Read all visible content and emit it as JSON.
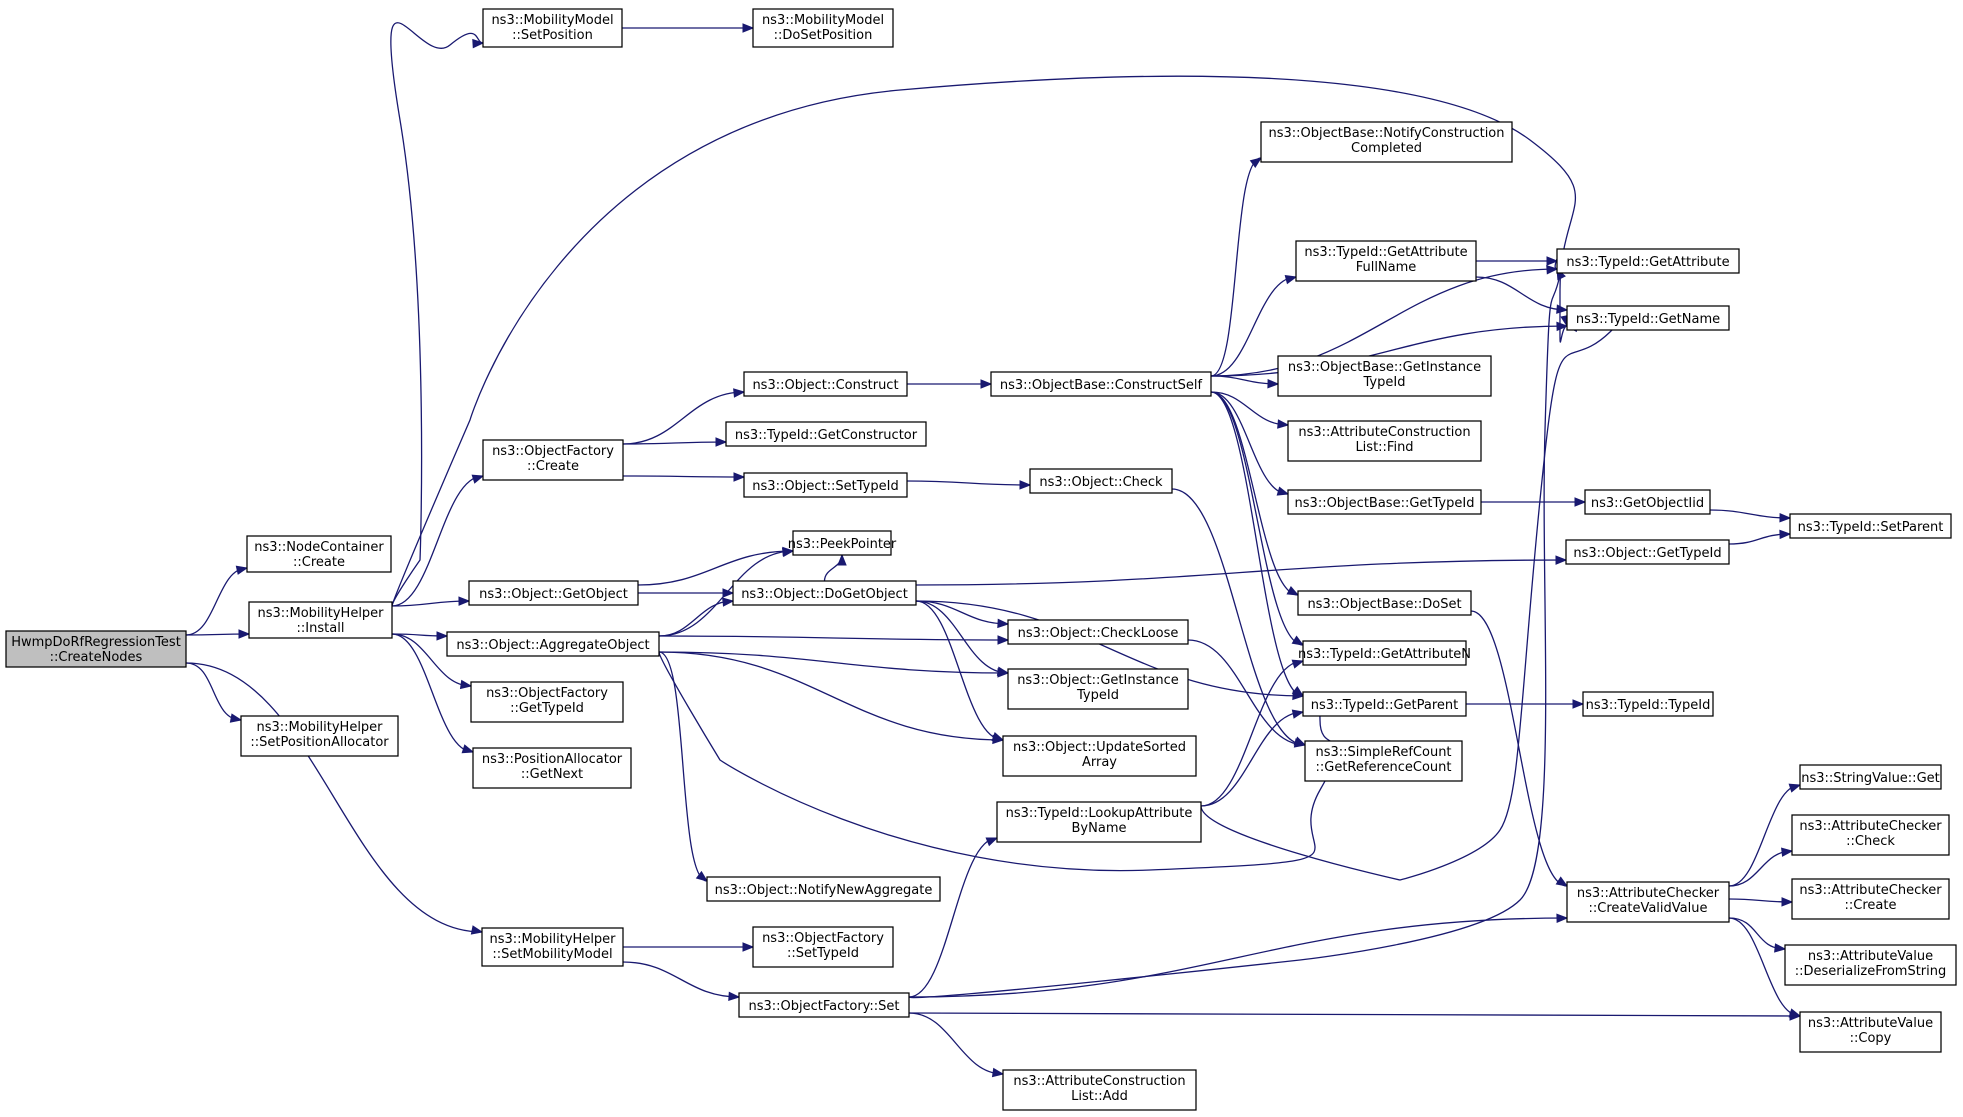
{
  "nodes": [
    {
      "id": "n0",
      "lines": [
        "HwmpDoRfRegressionTest",
        "::CreateNodes"
      ],
      "root": true
    },
    {
      "id": "n1",
      "lines": [
        "ns3::NodeContainer",
        "::Create"
      ]
    },
    {
      "id": "n2",
      "lines": [
        "ns3::MobilityHelper",
        "::Install"
      ]
    },
    {
      "id": "n3",
      "lines": [
        "ns3::MobilityHelper",
        "::SetPositionAllocator"
      ]
    },
    {
      "id": "n4",
      "lines": [
        "ns3::MobilityHelper",
        "::SetMobilityModel"
      ]
    },
    {
      "id": "n5",
      "lines": [
        "ns3::MobilityModel",
        "::SetPosition"
      ]
    },
    {
      "id": "n6",
      "lines": [
        "ns3::MobilityModel",
        "::DoSetPosition"
      ]
    },
    {
      "id": "n7",
      "lines": [
        "ns3::ObjectFactory",
        "::Create"
      ]
    },
    {
      "id": "n8",
      "lines": [
        "ns3::Object::GetObject"
      ]
    },
    {
      "id": "n9",
      "lines": [
        "ns3::Object::AggregateObject"
      ]
    },
    {
      "id": "n10",
      "lines": [
        "ns3::ObjectFactory",
        "::GetTypeId"
      ]
    },
    {
      "id": "n11",
      "lines": [
        "ns3::PositionAllocator",
        "::GetNext"
      ]
    },
    {
      "id": "n12",
      "lines": [
        "ns3::Object::Construct"
      ]
    },
    {
      "id": "n13",
      "lines": [
        "ns3::TypeId::GetConstructor"
      ]
    },
    {
      "id": "n14",
      "lines": [
        "ns3::Object::SetTypeId"
      ]
    },
    {
      "id": "n15",
      "lines": [
        "ns3::PeekPointer"
      ]
    },
    {
      "id": "n16",
      "lines": [
        "ns3::Object::DoGetObject"
      ]
    },
    {
      "id": "n17",
      "lines": [
        "ns3::Object::NotifyNewAggregate"
      ]
    },
    {
      "id": "n18",
      "lines": [
        "ns3::ObjectFactory",
        "::SetTypeId"
      ]
    },
    {
      "id": "n19",
      "lines": [
        "ns3::ObjectFactory::Set"
      ]
    },
    {
      "id": "n20",
      "lines": [
        "ns3::ObjectBase::ConstructSelf"
      ]
    },
    {
      "id": "n21",
      "lines": [
        "ns3::Object::Check"
      ]
    },
    {
      "id": "n22",
      "lines": [
        "ns3::Object::CheckLoose"
      ]
    },
    {
      "id": "n23",
      "lines": [
        "ns3::Object::GetInstance",
        "TypeId"
      ]
    },
    {
      "id": "n24",
      "lines": [
        "ns3::Object::UpdateSorted",
        "Array"
      ]
    },
    {
      "id": "n25",
      "lines": [
        "ns3::TypeId::LookupAttribute",
        "ByName"
      ]
    },
    {
      "id": "n26",
      "lines": [
        "ns3::AttributeConstruction",
        "List::Add"
      ]
    },
    {
      "id": "n27",
      "lines": [
        "ns3::ObjectBase::NotifyConstruction",
        "Completed"
      ]
    },
    {
      "id": "n28",
      "lines": [
        "ns3::TypeId::GetAttribute",
        "FullName"
      ]
    },
    {
      "id": "n29",
      "lines": [
        "ns3::ObjectBase::GetInstance",
        "TypeId"
      ]
    },
    {
      "id": "n30",
      "lines": [
        "ns3::AttributeConstruction",
        "List::Find"
      ]
    },
    {
      "id": "n31",
      "lines": [
        "ns3::ObjectBase::GetTypeId"
      ]
    },
    {
      "id": "n32",
      "lines": [
        "ns3::ObjectBase::DoSet"
      ]
    },
    {
      "id": "n33",
      "lines": [
        "ns3::TypeId::GetAttributeN"
      ]
    },
    {
      "id": "n34",
      "lines": [
        "ns3::TypeId::GetParent"
      ]
    },
    {
      "id": "n35",
      "lines": [
        "ns3::SimpleRefCount",
        "::GetReferenceCount"
      ]
    },
    {
      "id": "n36",
      "lines": [
        "ns3::TypeId::GetAttribute"
      ]
    },
    {
      "id": "n37",
      "lines": [
        "ns3::TypeId::GetName"
      ]
    },
    {
      "id": "n38",
      "lines": [
        "ns3::GetObjectIid"
      ]
    },
    {
      "id": "n39",
      "lines": [
        "ns3::Object::GetTypeId"
      ]
    },
    {
      "id": "n40",
      "lines": [
        "ns3::TypeId::TypeId"
      ]
    },
    {
      "id": "n41",
      "lines": [
        "ns3::AttributeChecker",
        "::CreateValidValue"
      ]
    },
    {
      "id": "n42",
      "lines": [
        "ns3::TypeId::SetParent"
      ]
    },
    {
      "id": "n43",
      "lines": [
        "ns3::StringValue::Get"
      ]
    },
    {
      "id": "n44",
      "lines": [
        "ns3::AttributeChecker",
        "::Check"
      ]
    },
    {
      "id": "n45",
      "lines": [
        "ns3::AttributeChecker",
        "::Create"
      ]
    },
    {
      "id": "n46",
      "lines": [
        "ns3::AttributeValue",
        "::DeserializeFromString"
      ]
    },
    {
      "id": "n47",
      "lines": [
        "ns3::AttributeValue",
        "::Copy"
      ]
    }
  ],
  "edges": [
    [
      "n0",
      "n1"
    ],
    [
      "n0",
      "n2"
    ],
    [
      "n0",
      "n3"
    ],
    [
      "n0",
      "n4"
    ],
    [
      "n2",
      "n5"
    ],
    [
      "n2",
      "n37"
    ],
    [
      "n2",
      "n7"
    ],
    [
      "n2",
      "n8"
    ],
    [
      "n2",
      "n9"
    ],
    [
      "n2",
      "n10"
    ],
    [
      "n2",
      "n11"
    ],
    [
      "n5",
      "n6"
    ],
    [
      "n7",
      "n12"
    ],
    [
      "n7",
      "n13"
    ],
    [
      "n7",
      "n14"
    ],
    [
      "n8",
      "n16"
    ],
    [
      "n8",
      "n15"
    ],
    [
      "n9",
      "n15"
    ],
    [
      "n9",
      "n16"
    ],
    [
      "n9",
      "n22"
    ],
    [
      "n9",
      "n23"
    ],
    [
      "n9",
      "n24"
    ],
    [
      "n9",
      "n17"
    ],
    [
      "n9",
      "n34"
    ],
    [
      "n12",
      "n20"
    ],
    [
      "n14",
      "n21"
    ],
    [
      "n16",
      "n15"
    ],
    [
      "n16",
      "n39"
    ],
    [
      "n16",
      "n22"
    ],
    [
      "n16",
      "n23"
    ],
    [
      "n16",
      "n24"
    ],
    [
      "n16",
      "n34"
    ],
    [
      "n21",
      "n35"
    ],
    [
      "n22",
      "n35"
    ],
    [
      "n20",
      "n27"
    ],
    [
      "n20",
      "n28"
    ],
    [
      "n20",
      "n36"
    ],
    [
      "n20",
      "n37"
    ],
    [
      "n20",
      "n29"
    ],
    [
      "n20",
      "n30"
    ],
    [
      "n20",
      "n31"
    ],
    [
      "n20",
      "n32"
    ],
    [
      "n20",
      "n33"
    ],
    [
      "n20",
      "n34"
    ],
    [
      "n28",
      "n36"
    ],
    [
      "n28",
      "n37"
    ],
    [
      "n31",
      "n38"
    ],
    [
      "n38",
      "n42"
    ],
    [
      "n39",
      "n42"
    ],
    [
      "n34",
      "n40"
    ],
    [
      "n32",
      "n41"
    ],
    [
      "n25",
      "n33"
    ],
    [
      "n25",
      "n34"
    ],
    [
      "n25",
      "n37"
    ],
    [
      "n4",
      "n18"
    ],
    [
      "n4",
      "n19"
    ],
    [
      "n19",
      "n25"
    ],
    [
      "n19",
      "n26"
    ],
    [
      "n19",
      "n36"
    ],
    [
      "n19",
      "n41"
    ],
    [
      "n19",
      "n47"
    ],
    [
      "n41",
      "n43"
    ],
    [
      "n41",
      "n44"
    ],
    [
      "n41",
      "n45"
    ],
    [
      "n41",
      "n46"
    ],
    [
      "n41",
      "n47"
    ]
  ]
}
